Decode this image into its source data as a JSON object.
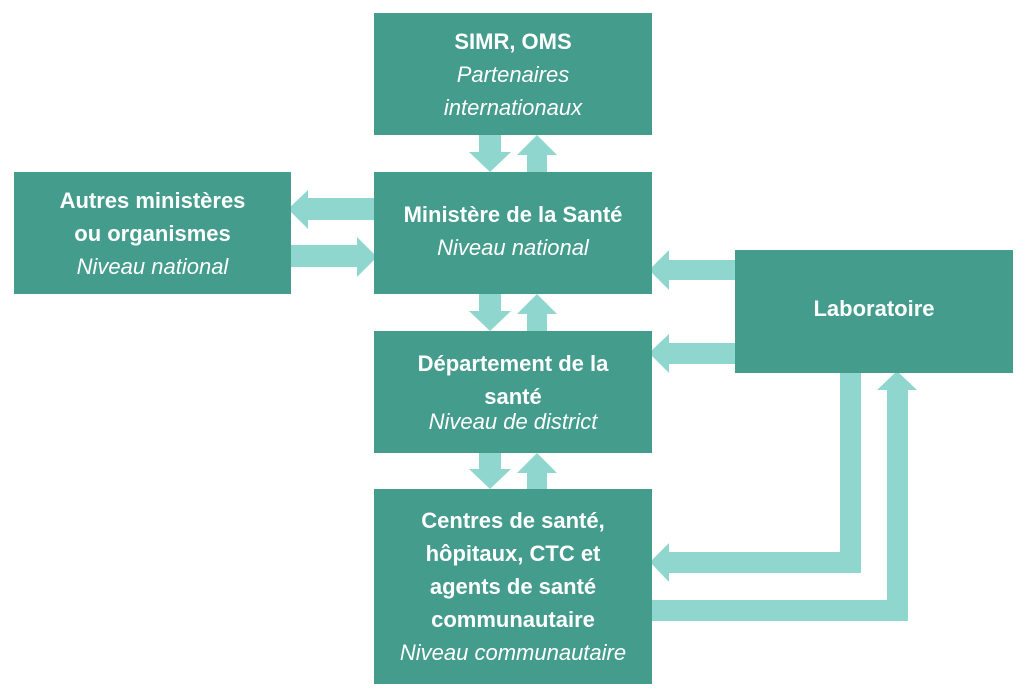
{
  "colors": {
    "box": "#439C8C",
    "arrow": "#8ED6CE",
    "text": "#FFFFFF"
  },
  "nodes": {
    "simr": {
      "title": "SIMR, OMS",
      "subtitle_1": "Partenaires",
      "subtitle_2": "internationaux"
    },
    "autres": {
      "title_1": "Autres ministères",
      "title_2": "ou organismes",
      "subtitle": "Niveau national"
    },
    "ministere": {
      "title": "Ministère de la Santé",
      "subtitle": "Niveau national"
    },
    "departement": {
      "title_1": "Département de la",
      "title_2": "santé",
      "subtitle": "Niveau de district"
    },
    "centres": {
      "title_1": "Centres de santé,",
      "title_2": "hôpitaux, CTC et",
      "title_3": "agents de santé",
      "title_4": "communautaire",
      "subtitle": "Niveau communautaire"
    },
    "laboratoire": {
      "title": "Laboratoire"
    }
  }
}
